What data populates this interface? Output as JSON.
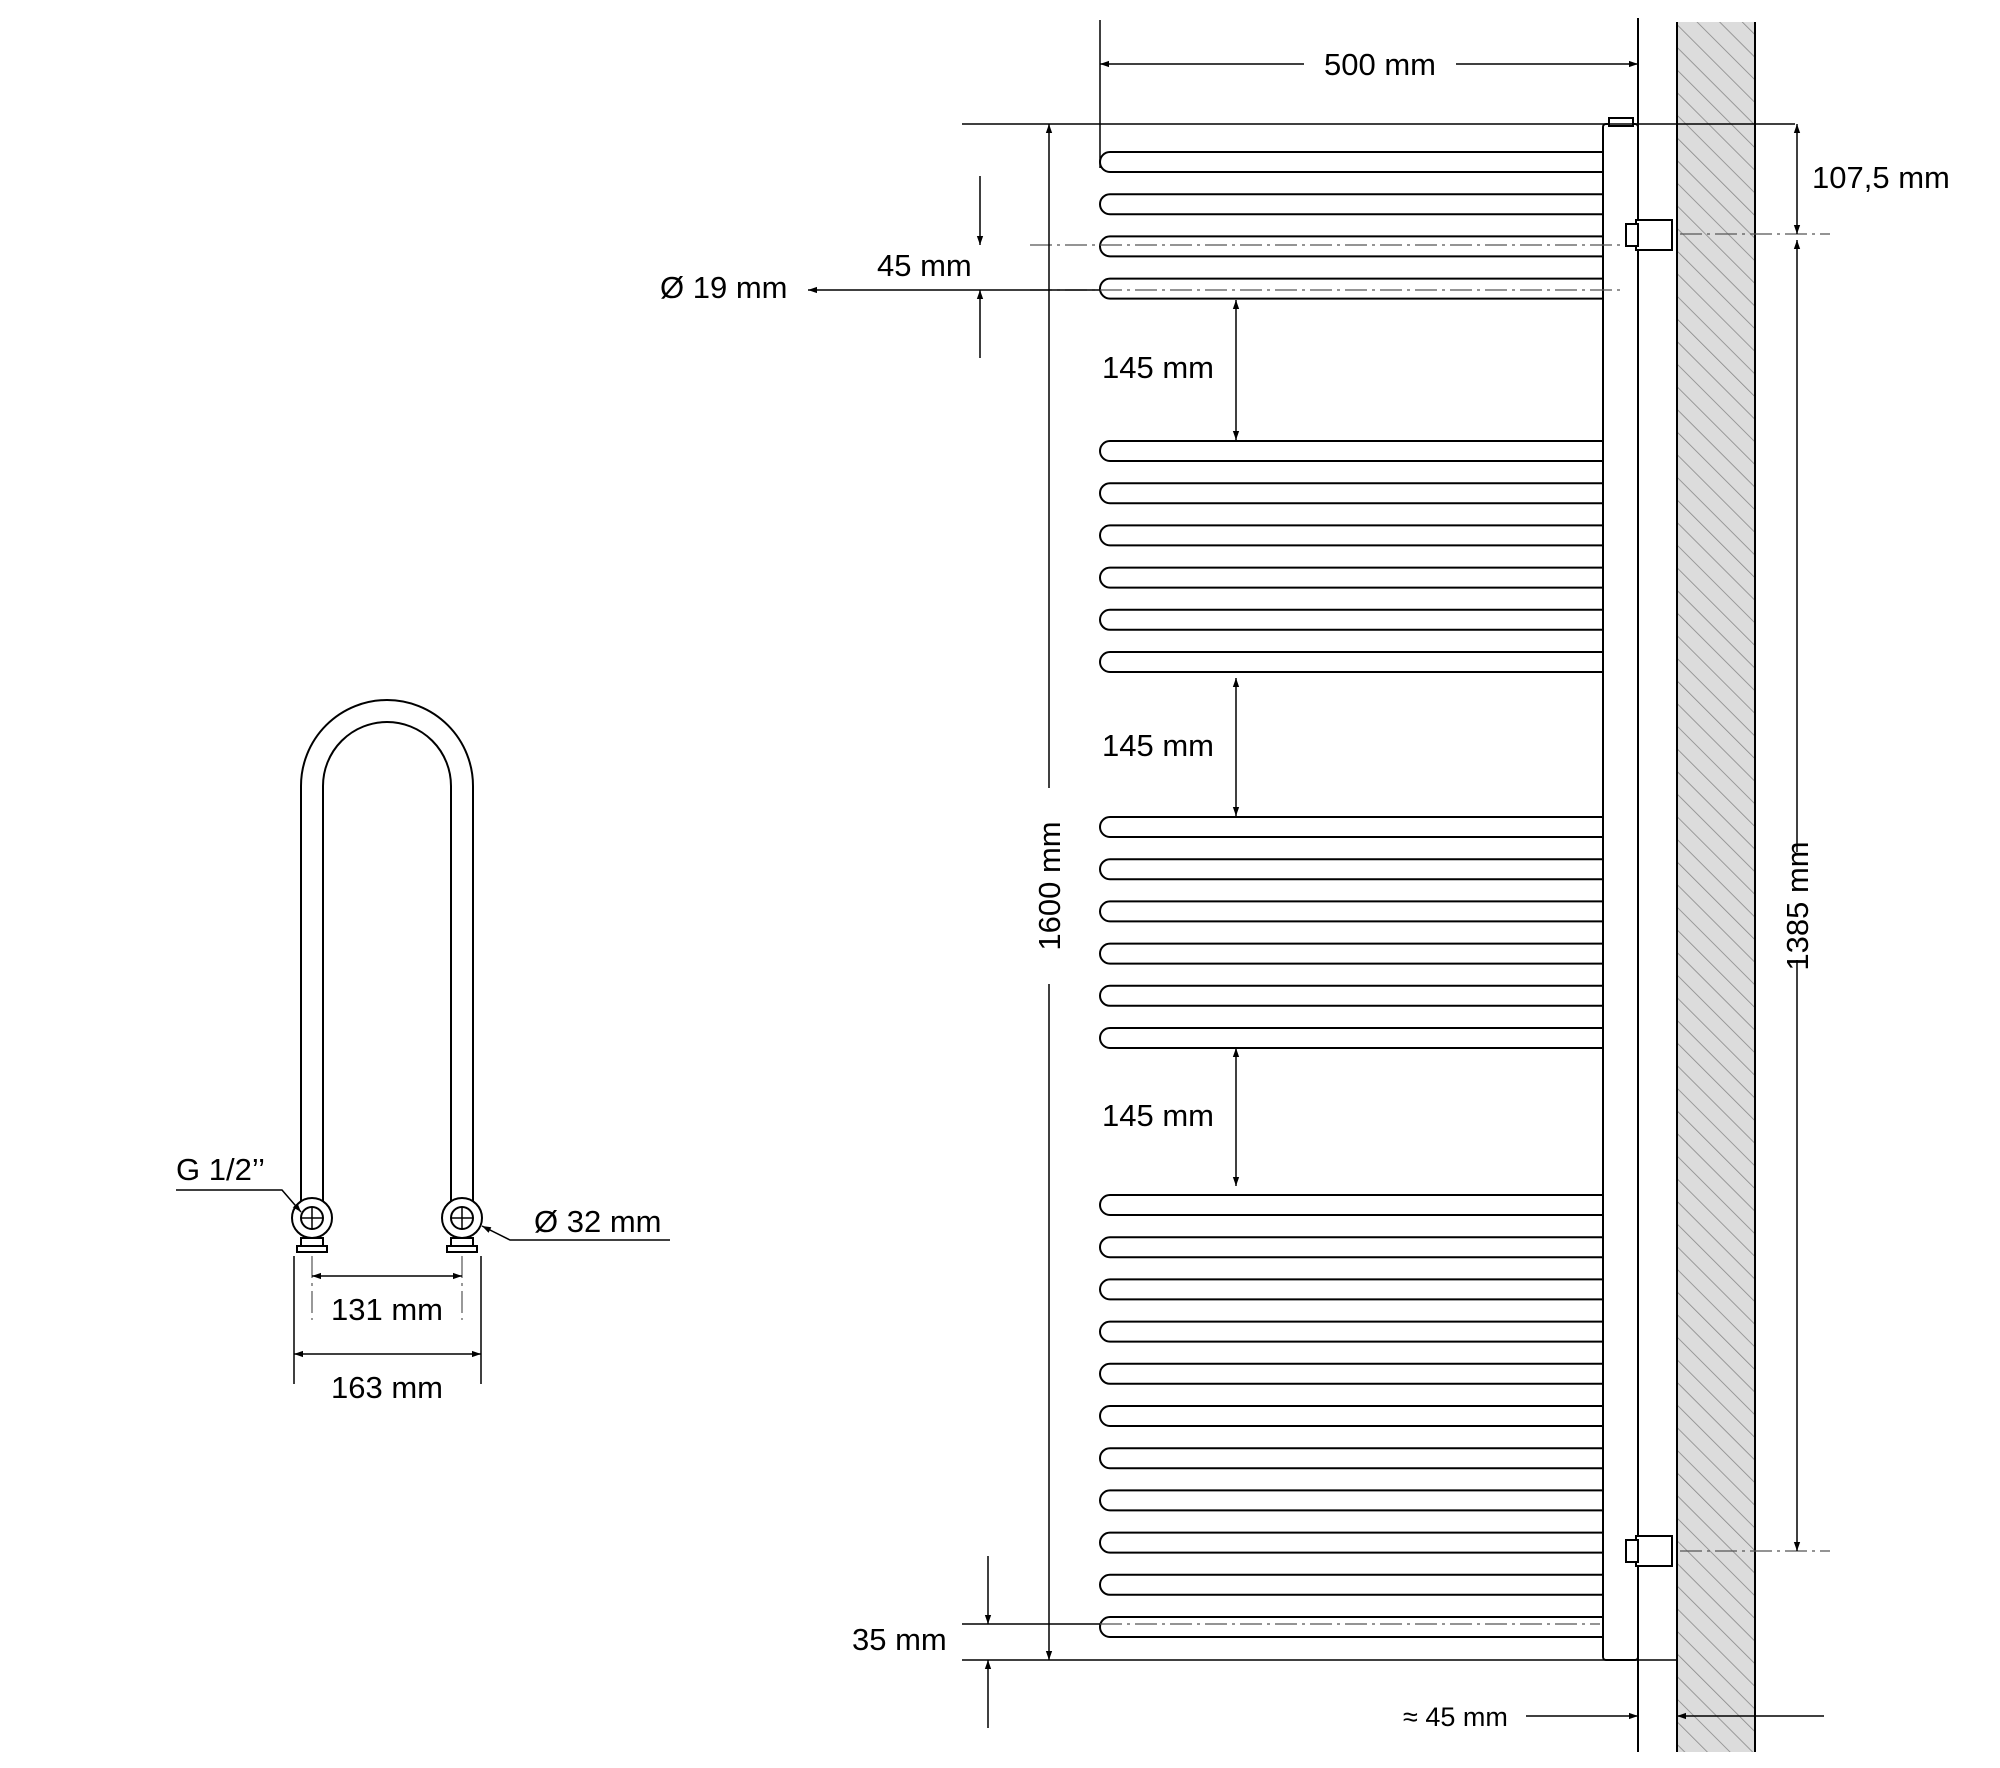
{
  "colors": {
    "line": "#000000",
    "wall_fill": "#dcdcdc",
    "wall_hatch": "#888888",
    "background": "#ffffff"
  },
  "dimensions": {
    "width": "500 mm",
    "height": "1600 mm",
    "top_offset": "107,5 mm",
    "connection_spacing": "1385 mm",
    "bar_pitch": "45 mm",
    "bar_diameter": "Ø 19 mm",
    "gap_1": "145 mm",
    "gap_2": "145 mm",
    "gap_3": "145 mm",
    "bottom_offset": "35 mm",
    "wall_distance": "≈ 45 mm"
  },
  "side_view": {
    "thread": "G 1/2’’",
    "pipe_diameter": "Ø 32 mm",
    "inner_spacing": "131 mm",
    "outer_width": "163 mm"
  },
  "bar_groups": [
    4,
    6,
    6,
    11
  ]
}
